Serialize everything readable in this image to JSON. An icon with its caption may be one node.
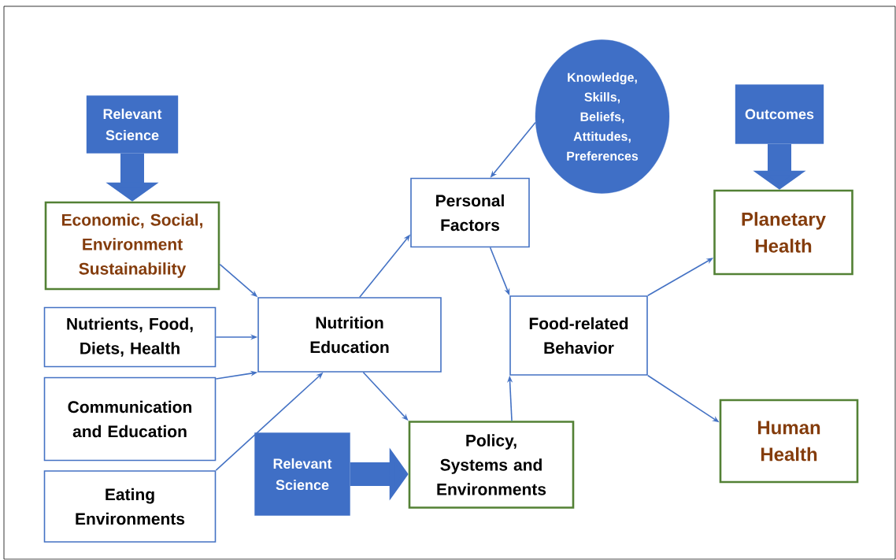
{
  "diagram": {
    "nodes": [
      {
        "text": [
          "Relevant Science"
        ]
      },
      {
        "text": [
          "Economic, Social, Environment Sustainability"
        ]
      },
      {
        "text": [
          "Nutrients, Food, Diets, Health"
        ]
      },
      {
        "text": [
          "Communication and Education"
        ]
      },
      {
        "text": [
          "Eating Environments"
        ]
      },
      {
        "text": [
          "Nutrition Education"
        ]
      },
      {
        "text": [
          "Relevant Science"
        ]
      },
      {
        "text": [
          "Personal Factors"
        ]
      },
      {
        "text": [
          "Knowledge, Skills, Beliefs, Attitudes, Preferences"
        ]
      },
      {
        "text": [
          "Policy, Systems and Environments"
        ]
      },
      {
        "text": [
          "Food-related Behavior"
        ]
      },
      {
        "text": [
          "Outcomes"
        ]
      },
      {
        "text": [
          "Planetary Health"
        ]
      },
      {
        "text": [
          "Human Health"
        ]
      }
    ],
    "edges": [
      {
        "from": 0,
        "to": 1,
        "arrow": "to",
        "style": "thick"
      },
      {
        "from": 1,
        "to": 5,
        "arrow": "to"
      },
      {
        "from": 2,
        "to": 5,
        "arrow": "to"
      },
      {
        "from": 3,
        "to": 5,
        "arrow": "to"
      },
      {
        "from": 4,
        "to": 5,
        "arrow": "to"
      },
      {
        "from": 5,
        "to": 7,
        "arrow": "to"
      },
      {
        "from": 5,
        "to": 9,
        "arrow": "to"
      },
      {
        "from": 8,
        "to": 7,
        "arrow": "to"
      },
      {
        "from": 6,
        "to": 9,
        "arrow": "to",
        "style": "thick"
      },
      {
        "from": 7,
        "to": 10,
        "arrow": "to"
      },
      {
        "from": 9,
        "to": 10,
        "arrow": "to"
      },
      {
        "from": 11,
        "to": 12,
        "arrow": "to",
        "style": "thick"
      },
      {
        "from": 10,
        "to": 12,
        "arrow": "to"
      },
      {
        "from": 10,
        "to": 13,
        "arrow": "to"
      }
    ]
  }
}
